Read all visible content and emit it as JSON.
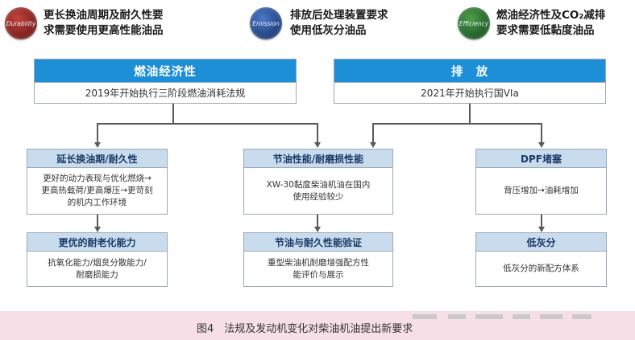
{
  "badges": [
    {
      "icon_label": "Durability",
      "color": "#7a1d1a",
      "line1": "更长换油周期及耐久性要",
      "line2": "求需要使用更高性能油品"
    },
    {
      "icon_label": "Emission",
      "color": "#1f3f7a",
      "line1": "排放后处理装置要求",
      "line2": "使用低灰分油品"
    },
    {
      "icon_label": "Efficiency",
      "color": "#1e5a25",
      "line1": "燃油经济性及CO₂减排",
      "line2": "要求需要低黏度油品"
    }
  ],
  "top_boxes": [
    {
      "title": "燃油经济性",
      "subtitle": "2019年开始执行三阶段燃油消耗法规"
    },
    {
      "title": "排　放",
      "subtitle": "2021年开始执行国VIa"
    }
  ],
  "columns": [
    {
      "box1": {
        "title": "延长换油期/耐久性",
        "body": [
          "更好的动力表现与优化燃烧→",
          "更高热载荷/更高爆压→更苛刻",
          "的机内工作环境"
        ]
      },
      "box2": {
        "title": "更优的耐老化能力",
        "body": [
          "抗氧化能力/烟炱分散能力/",
          "耐磨损能力"
        ]
      }
    },
    {
      "box1": {
        "title": "节油性能/耐磨损性能",
        "body": [
          "XW-30黏度柴油机油在国内",
          "使用经验较少"
        ]
      },
      "box2": {
        "title": "节油与耐久性能验证",
        "body": [
          "重型柴油机耐磨增强配方性",
          "能评价与展示"
        ]
      }
    },
    {
      "box1": {
        "title": "DPF堵塞",
        "body": [
          "背压增加→油耗增加"
        ]
      },
      "box2": {
        "title": "低灰分",
        "body": [
          "低灰分的新配方体系"
        ]
      }
    }
  ],
  "caption": "图4　法规及发动机变化对柴油机油提出新要求",
  "colors": {
    "header_blue": "#1c8fd6",
    "header_light": "#c8dcee",
    "caption_band": "#f7dfe7"
  }
}
